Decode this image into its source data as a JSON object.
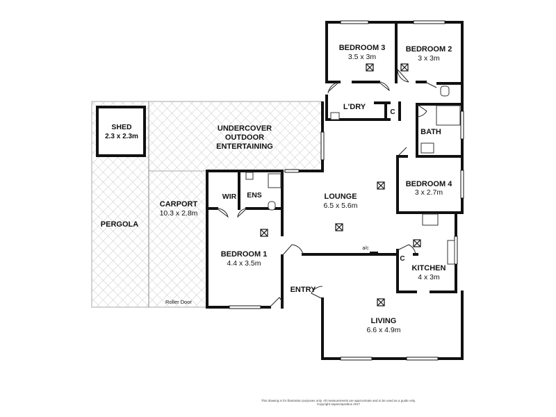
{
  "rooms": {
    "bedroom3": {
      "name": "BEDROOM 3",
      "size": "3.5 x 3m"
    },
    "bedroom2": {
      "name": "BEDROOM 2",
      "size": "3 x 3m"
    },
    "laundry": {
      "name": "L'DRY"
    },
    "bath": {
      "name": "BATH"
    },
    "shed": {
      "name": "SHED",
      "size": "2.3 x 2.3m"
    },
    "outdoor": {
      "line1": "UNDERCOVER",
      "line2": "OUTDOOR",
      "line3": "ENTERTAINING"
    },
    "bedroom4": {
      "name": "BEDROOM 4",
      "size": "3 x 2.7m"
    },
    "lounge": {
      "name": "LOUNGE",
      "size": "6.5 x 5.6m"
    },
    "wir": {
      "name": "WIR"
    },
    "ens": {
      "name": "ENS"
    },
    "carport": {
      "name": "CARPORT",
      "size": "10.3 x 2.8m"
    },
    "pergola": {
      "name": "PERGOLA"
    },
    "bedroom1": {
      "name": "BEDROOM 1",
      "size": "4.4 x 3.5m"
    },
    "kitchen": {
      "name": "KITCHEN",
      "size": "4 x 3m"
    },
    "entry": {
      "name": "ENTRY"
    },
    "living": {
      "name": "LIVING",
      "size": "6.6 x 4.9m"
    }
  },
  "labels": {
    "cupboard_c": "C",
    "aircon": "a/c",
    "roller_door": "Roller Door"
  },
  "disclaimer": "This drawing is for illustration purposes only. All measurements are approximate and to be used as a guide only. Copyright aspaceaprabus 2017",
  "colors": {
    "wall": "#111111",
    "hatch": "#c8c8c8"
  }
}
